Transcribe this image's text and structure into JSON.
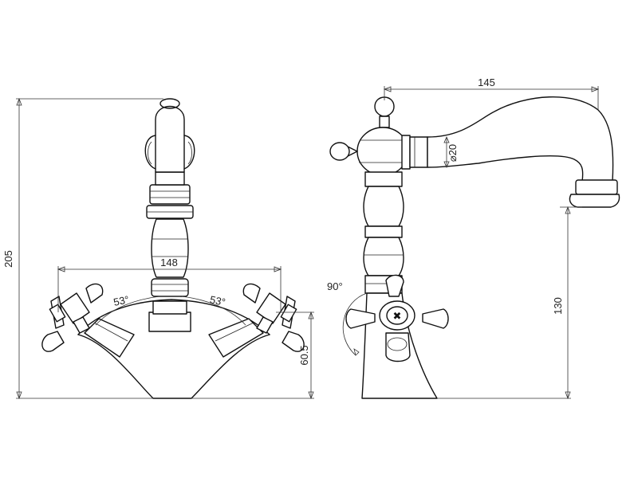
{
  "dimensions": {
    "total_height": "205",
    "handle_span": "148",
    "left_angle": "53°",
    "right_angle": "53°",
    "base_height": "60.5",
    "spout_reach": "145",
    "spout_diameter": "⌀20",
    "swivel_angle": "90°",
    "spout_height": "130"
  },
  "colors": {
    "line": "#111111",
    "background": "#ffffff"
  }
}
